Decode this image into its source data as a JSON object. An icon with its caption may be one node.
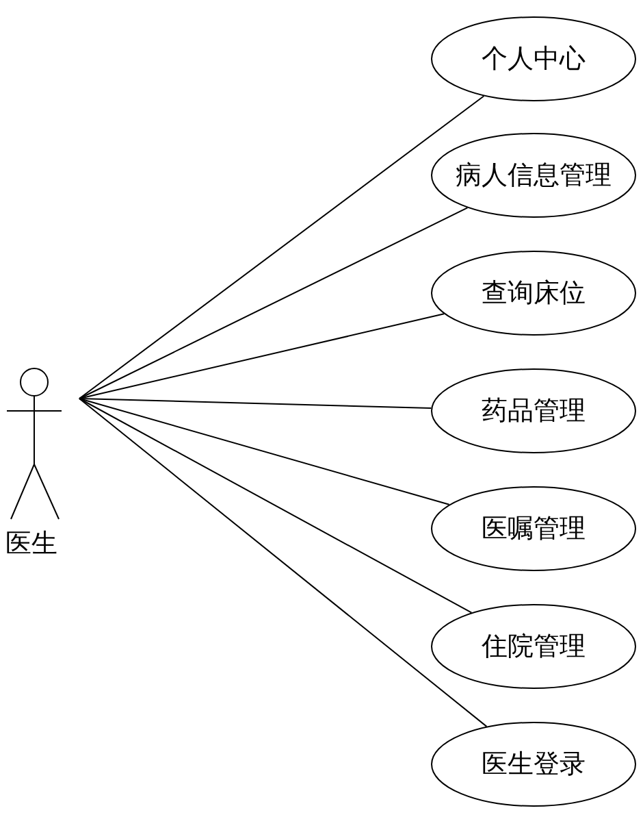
{
  "diagram": {
    "nodes": [
      {
        "text": [
          "医生"
        ]
      },
      {
        "text": [
          "个人中心"
        ]
      },
      {
        "text": [
          "病人信息管理"
        ]
      },
      {
        "text": [
          "查询床位"
        ]
      },
      {
        "text": [
          "药品管理"
        ]
      },
      {
        "text": [
          "医嘱管理"
        ]
      },
      {
        "text": [
          "住院管理"
        ]
      },
      {
        "text": [
          "医生登录"
        ]
      }
    ],
    "edges": [
      {
        "from": 0,
        "to": 1,
        "arrow": "none"
      },
      {
        "from": 0,
        "to": 2,
        "arrow": "none"
      },
      {
        "from": 0,
        "to": 3,
        "arrow": "none"
      },
      {
        "from": 0,
        "to": 4,
        "arrow": "none"
      },
      {
        "from": 0,
        "to": 5,
        "arrow": "none"
      },
      {
        "from": 0,
        "to": 6,
        "arrow": "none"
      },
      {
        "from": 0,
        "to": 7,
        "arrow": "none"
      }
    ]
  }
}
